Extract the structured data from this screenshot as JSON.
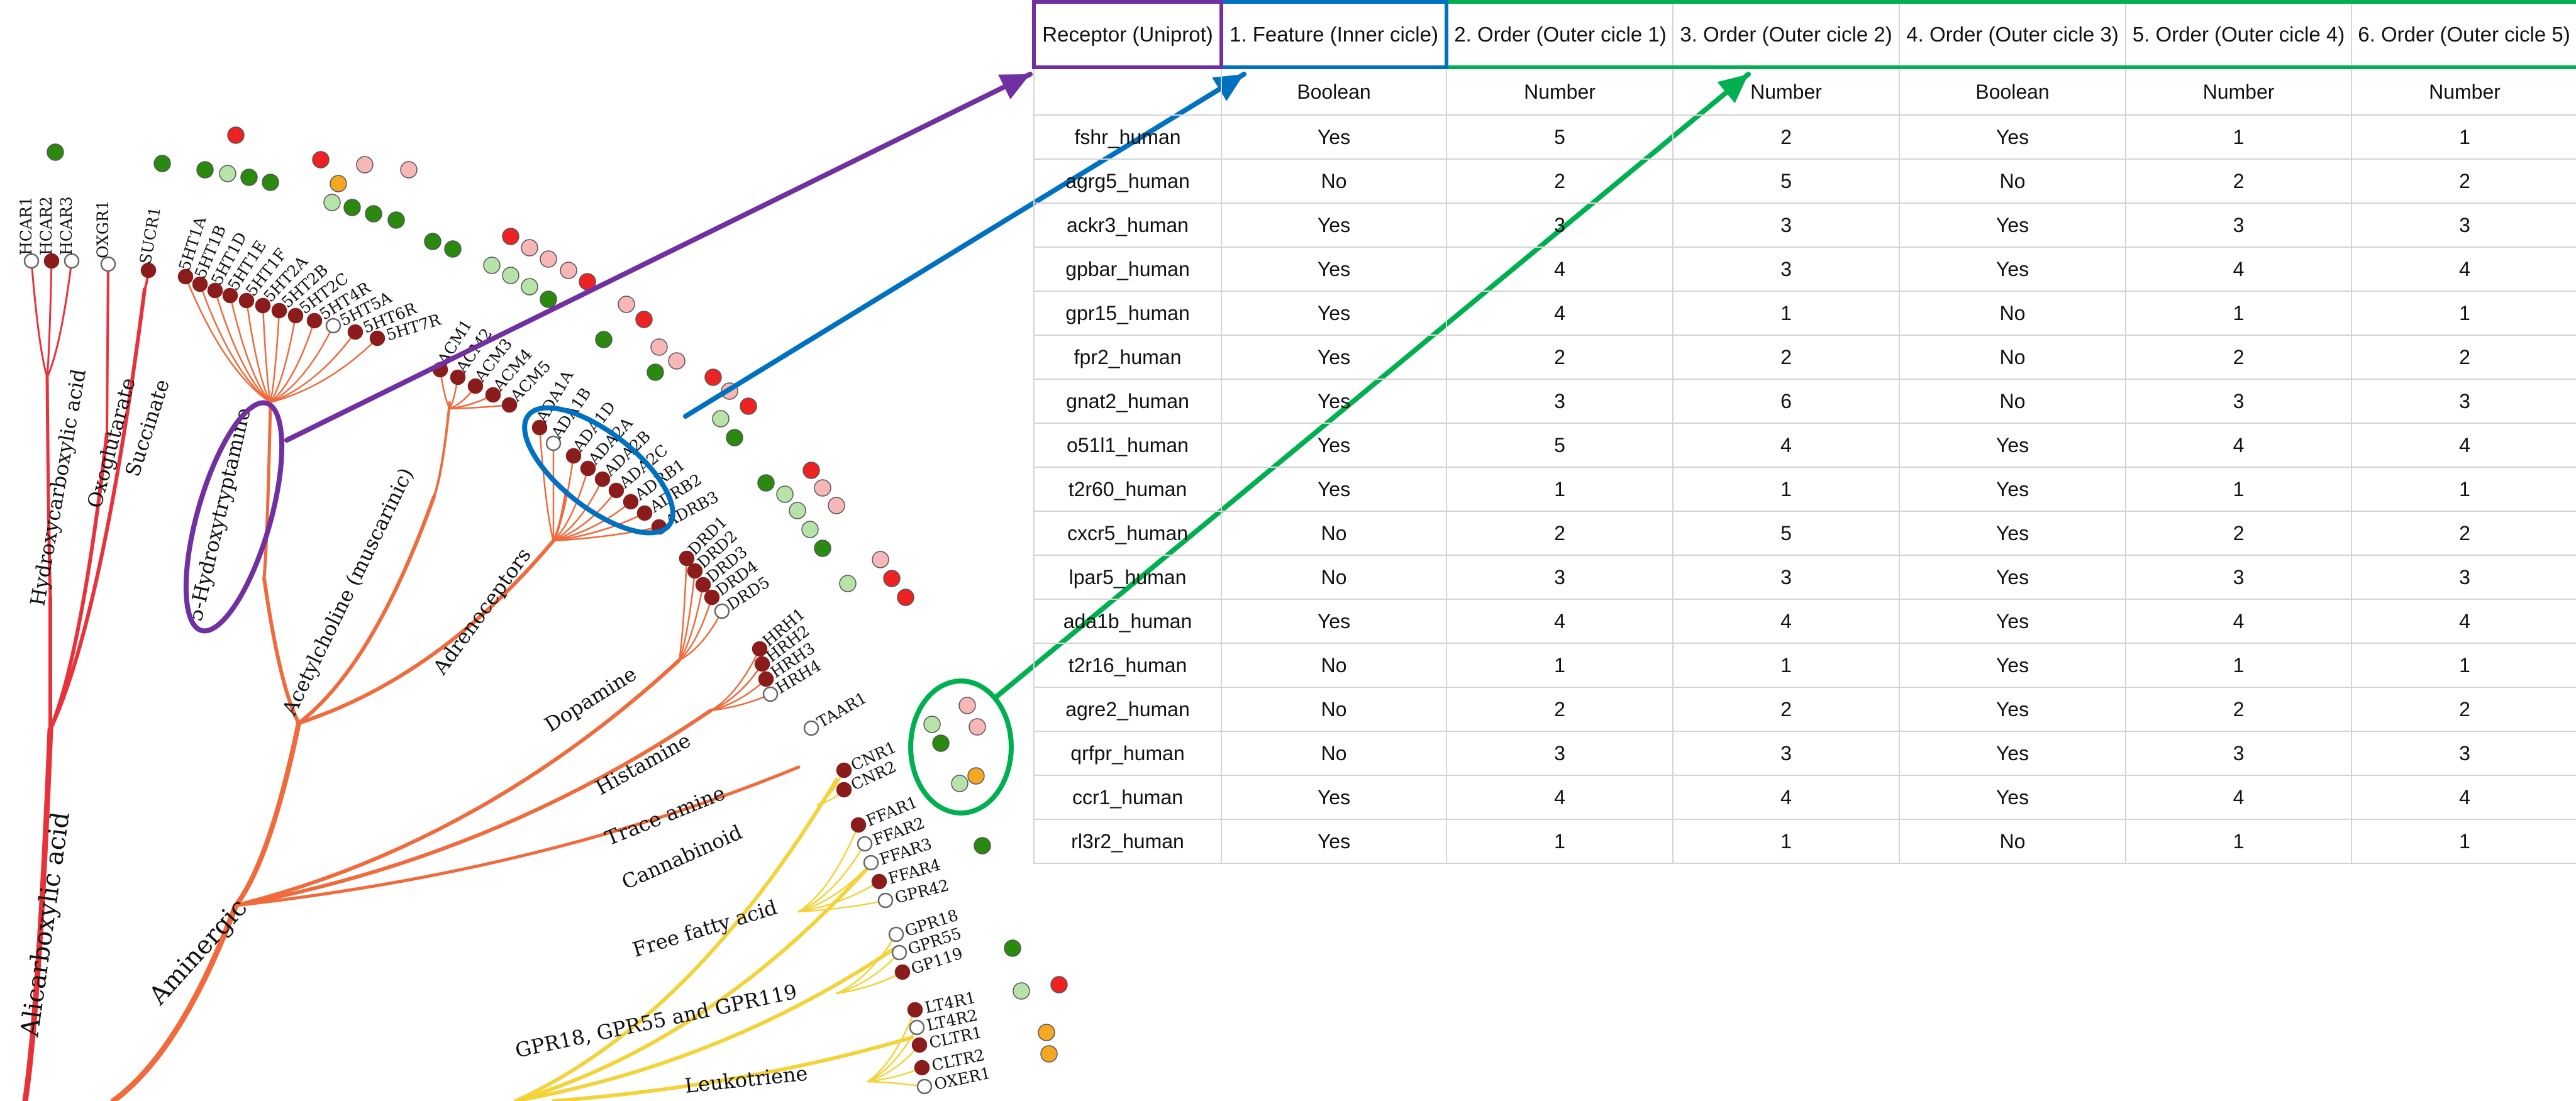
{
  "table": {
    "headers": [
      "Receptor (Uniprot)",
      "1. Feature (Inner cicle)",
      "2. Order (Outer cicle 1)",
      "3. Order (Outer cicle 2)",
      "4. Order (Outer cicle 3)",
      "5. Order (Outer cicle 4)",
      "6. Order (Outer cicle 5)"
    ],
    "types": [
      "",
      "Boolean",
      "Number",
      "Number",
      "Boolean",
      "Number",
      "Number"
    ],
    "rows": [
      [
        "fshr_human",
        "Yes",
        "5",
        "2",
        "Yes",
        "1",
        "1"
      ],
      [
        "agrg5_human",
        "No",
        "2",
        "5",
        "No",
        "2",
        "2"
      ],
      [
        "ackr3_human",
        "Yes",
        "3",
        "3",
        "Yes",
        "3",
        "3"
      ],
      [
        "gpbar_human",
        "Yes",
        "4",
        "3",
        "Yes",
        "4",
        "4"
      ],
      [
        "gpr15_human",
        "Yes",
        "4",
        "1",
        "No",
        "1",
        "1"
      ],
      [
        "fpr2_human",
        "Yes",
        "2",
        "2",
        "No",
        "2",
        "2"
      ],
      [
        "gnat2_human",
        "Yes",
        "3",
        "6",
        "No",
        "3",
        "3"
      ],
      [
        "o51l1_human",
        "Yes",
        "5",
        "4",
        "Yes",
        "4",
        "4"
      ],
      [
        "t2r60_human",
        "Yes",
        "1",
        "1",
        "Yes",
        "1",
        "1"
      ],
      [
        "cxcr5_human",
        "No",
        "2",
        "5",
        "Yes",
        "2",
        "2"
      ],
      [
        "lpar5_human",
        "No",
        "3",
        "3",
        "Yes",
        "3",
        "3"
      ],
      [
        "ada1b_human",
        "Yes",
        "4",
        "4",
        "Yes",
        "4",
        "4"
      ],
      [
        "t2r16_human",
        "No",
        "1",
        "1",
        "Yes",
        "1",
        "1"
      ],
      [
        "agre2_human",
        "No",
        "2",
        "2",
        "Yes",
        "2",
        "2"
      ],
      [
        "qrfpr_human",
        "No",
        "3",
        "3",
        "Yes",
        "3",
        "3"
      ],
      [
        "ccr1_human",
        "Yes",
        "4",
        "4",
        "Yes",
        "4",
        "4"
      ],
      [
        "rl3r2_human",
        "Yes",
        "1",
        "1",
        "No",
        "1",
        "1"
      ]
    ]
  },
  "tree": {
    "major_labels": [
      "Aminergic",
      "Alicarboxylic acid"
    ],
    "group_labels": [
      "Hydroxycarboxylic acid",
      "Oxoglutarate",
      "Succinate",
      "5-Hydroxytryptamine",
      "Acetylcholine (muscarinic)",
      "Adrenoceptors",
      "Dopamine",
      "Histamine",
      "Trace amine",
      "Cannabinoid",
      "Free fatty acid",
      "GPR18, GPR55 and GPR119",
      "Leukotriene"
    ],
    "leaf_labels": [
      "HCAR1",
      "HCAR2",
      "HCAR3",
      "OXGR1",
      "SUCR1",
      "5HT1A",
      "5HT1B",
      "5HT1D",
      "5HT1E",
      "5HT1F",
      "5HT2A",
      "5HT2B",
      "5HT2C",
      "5HT4R",
      "5HT5A",
      "5HT6R",
      "5HT7R",
      "ACM1",
      "ACM2",
      "ACM3",
      "ACM4",
      "ACM5",
      "ADA1A",
      "ADA1B",
      "ADA1D",
      "ADA2A",
      "ADA2B",
      "ADA2C",
      "ADRB1",
      "ADRB2",
      "ADRB3",
      "DRD1",
      "DRD2",
      "DRD3",
      "DRD4",
      "DRD5",
      "HRH1",
      "HRH2",
      "HRH3",
      "HRH4",
      "TAAR1",
      "CNR1",
      "CNR2",
      "FFAR1",
      "FFAR2",
      "FFAR3",
      "FFAR4",
      "GPR42",
      "GPR18",
      "GPR55",
      "GP119",
      "LT4R1",
      "LT4R2",
      "CLTR1",
      "CLTR2",
      "OXER1"
    ]
  },
  "colors": {
    "purple": "#7030a0",
    "blue": "#0070c0",
    "green": "#00b050",
    "aminergic_branch": "#f06a3c",
    "alicarboxylic_branch": "#e8323a",
    "lipid_branch": "#f3d33a",
    "node_filled": "#8b1c1c",
    "dot_green": "#2a8a0f",
    "dot_light_green": "#b7e2a8",
    "dot_red": "#ee2222",
    "dot_pink": "#f8b7b7",
    "dot_orange": "#f5a623"
  }
}
